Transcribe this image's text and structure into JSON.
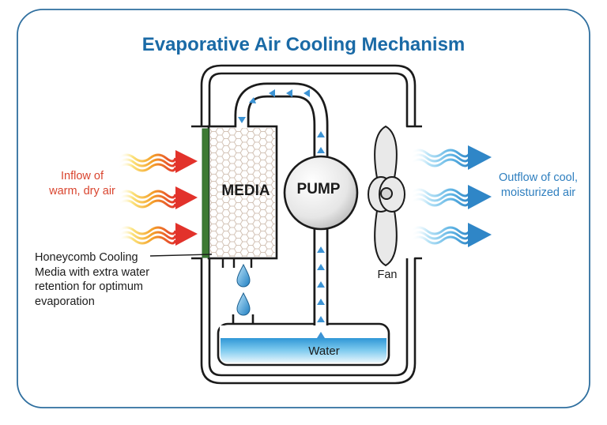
{
  "title": "Evaporative Air Cooling Mechanism",
  "labels": {
    "inflow": [
      "Inflow of",
      "warm, dry air"
    ],
    "outflow": [
      "Outflow of cool,",
      "moisturized air"
    ],
    "media_note": [
      "Honeycomb Cooling",
      "Media with extra water",
      "retention for optimum",
      "evaporation"
    ],
    "media": "MEDIA",
    "pump": "PUMP",
    "fan": "Fan",
    "water": "Water"
  },
  "colors": {
    "title": "#1a6aa6",
    "frame": "#2f6f9f",
    "warm_air": "#e2322b",
    "cool_air": "#2f86c7",
    "flow_arrow": "#3c93d4",
    "water": "#5ab8e8",
    "media_edge": "#2e6b2e",
    "outline": "#1b1b1b"
  }
}
